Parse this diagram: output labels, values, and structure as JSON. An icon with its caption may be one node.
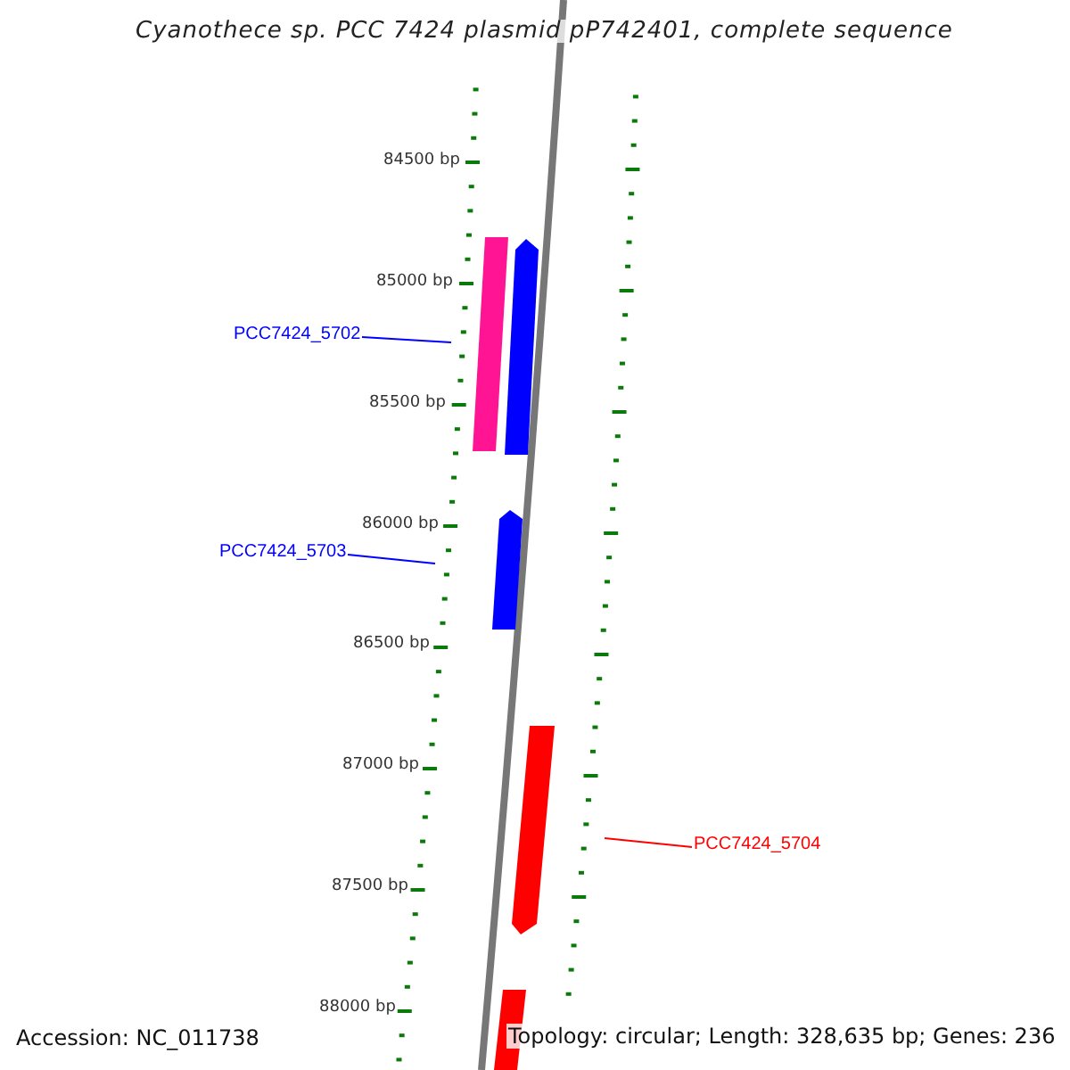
{
  "diagram": {
    "title": "Cyanothece sp. PCC 7424 plasmid pP742401, complete sequence",
    "nodes": [
      {
        "text": [
          "PCC7424_5702"
        ]
      },
      {
        "text": [
          "PCC7424_5703"
        ]
      },
      {
        "text": [
          "PCC7424_5704"
        ]
      }
    ],
    "edges": [
      {
        "from": 0,
        "to": null,
        "arrow": "none"
      },
      {
        "from": 1,
        "to": null,
        "arrow": "none"
      },
      {
        "from": 2,
        "to": null,
        "arrow": "none",
        "color": "#ff0000"
      }
    ],
    "labels": [
      "84500 bp",
      "85000 bp",
      "85500 bp",
      "86000 bp",
      "86500 bp",
      "87000 bp",
      "87500 bp",
      "88000 bp",
      "Accession: NC_011738",
      "Topology: circular; Length: 328,635 bp; Genes: 236"
    ]
  }
}
